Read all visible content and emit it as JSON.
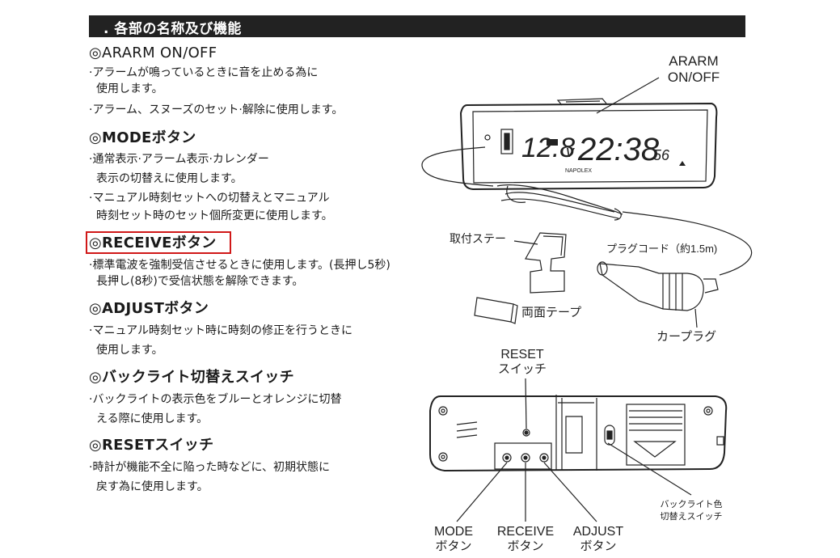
{
  "header": {
    "title": ". 各部の名称及び機能"
  },
  "sections": [
    {
      "title": "◎ARARM ON/OFF",
      "lines": [
        "·アラームが鳴っているときに音を止める為に",
        "使用します。",
        "·アラーム、スヌーズのセット·解除に使用します。"
      ]
    },
    {
      "title": "◎MODEボタン",
      "lines": [
        "·通常表示·アラーム表示·カレンダー",
        "表示の切替えに使用します。",
        "·マニュアル時刻セットへの切替えとマニュアル",
        "時刻セット時のセット個所変更に使用します。"
      ]
    },
    {
      "title": "◎RECEIVEボタン",
      "lines": [
        "·標準電波を強制受信させるときに使用します。(長押し5秒)",
        "長押し(8秒)で受信状態を解除できます。"
      ]
    },
    {
      "title": "◎ADJUSTボタン",
      "lines": [
        "·マニュアル時刻セット時に時刻の修正を行うときに",
        "使用します。"
      ]
    },
    {
      "title": "◎バックライト切替えスイッチ",
      "lines": [
        "·バックライトの表示色をブルーとオレンジに切替",
        "える際に使用します。"
      ]
    },
    {
      "title": "◎RESETスイッチ",
      "lines": [
        "·時計が機能不全に陥った時などに、初期状態に",
        "戻す為に使用します。"
      ]
    }
  ],
  "diagram": {
    "alarm_label": [
      "ARARM",
      "ON/OFF"
    ],
    "display": {
      "voltage": "12.8",
      "volt_unit": "v",
      "time": "22:38",
      "seconds": "56",
      "brand": "NAPOLEX"
    },
    "plug_cord_label": "プラグコード（約1.5m)",
    "bracket_label": "取付ステー",
    "tape_label": "両面テープ",
    "car_plug_label": "カープラグ",
    "reset_label": [
      "RESET",
      "スイッチ"
    ],
    "backlight_label": [
      "バックライト色",
      "切替えスイッチ"
    ],
    "mode_label": [
      "MODE",
      "ボタン"
    ],
    "receive_label": [
      "RECEIVE",
      "ボタン"
    ],
    "adjust_label": [
      "ADJUST",
      "ボタン"
    ]
  }
}
